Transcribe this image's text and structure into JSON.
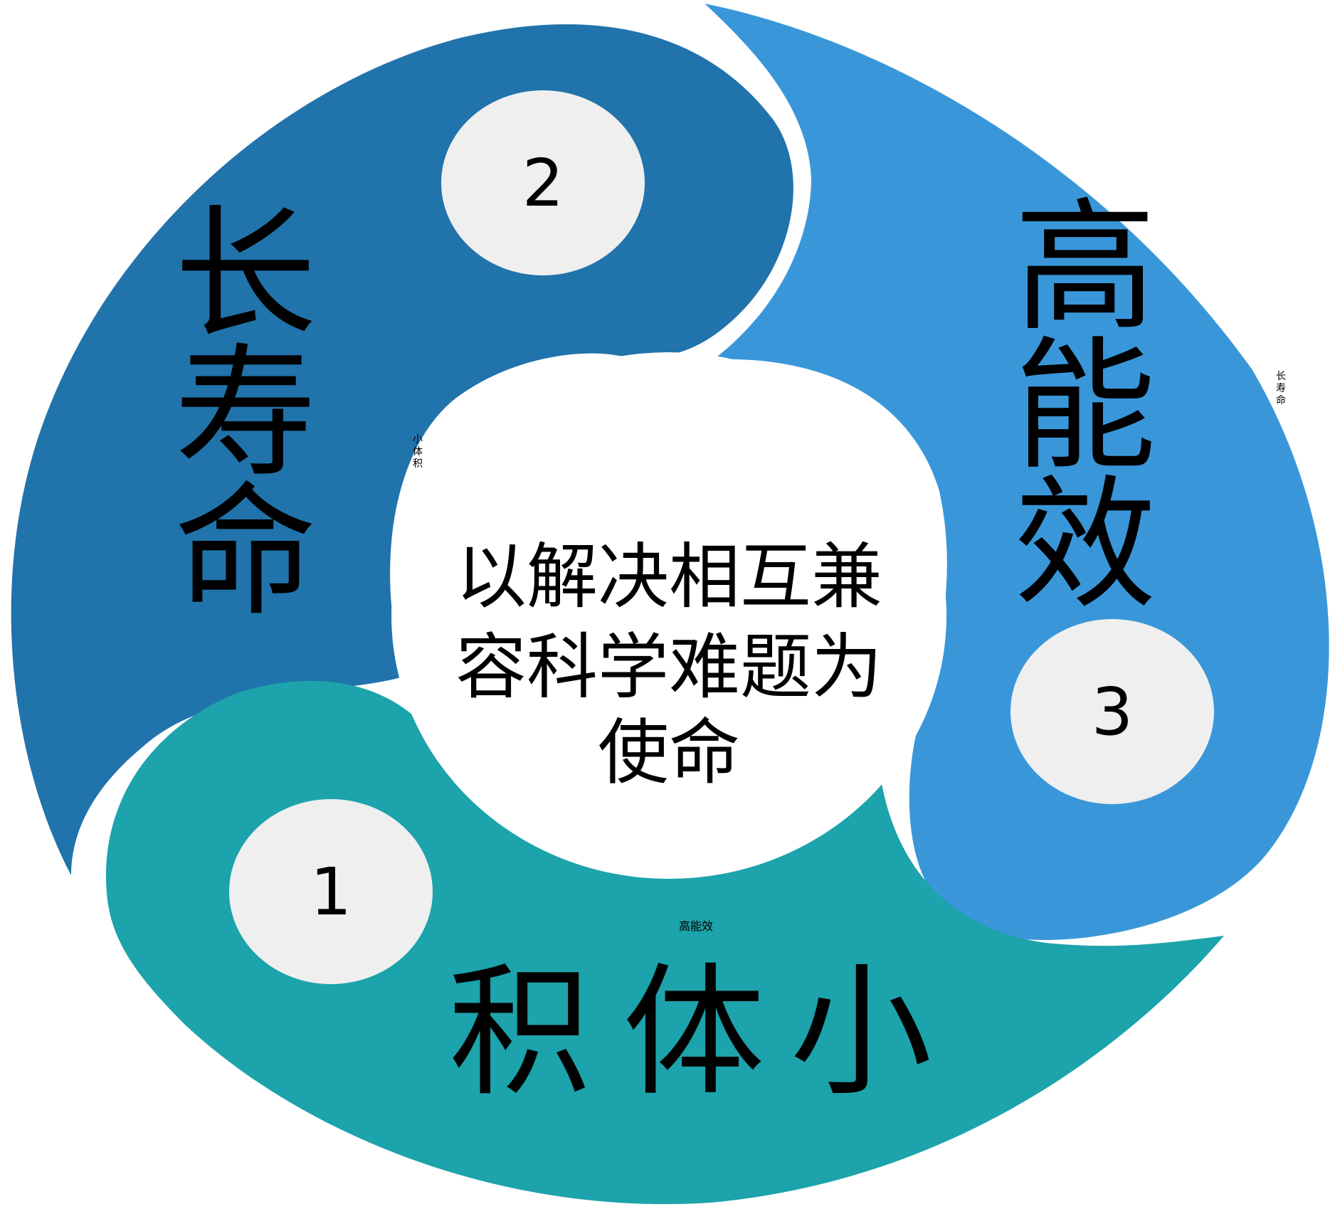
{
  "center": {
    "lines": [
      "以解决相互兼",
      "容科学难题为",
      "使命"
    ]
  },
  "segments": [
    {
      "id": "bottom",
      "number": "1",
      "label": [
        "积",
        "体",
        "小"
      ],
      "small_label": "高能效",
      "color": "#1ca3ab"
    },
    {
      "id": "left",
      "number": "2",
      "label": [
        "长",
        "寿",
        "命"
      ],
      "small_label": [
        "小",
        "体",
        "积"
      ],
      "color": "#2173ab"
    },
    {
      "id": "right",
      "number": "3",
      "label": [
        "高",
        "能",
        "效"
      ],
      "small_label": [
        "长",
        "寿",
        "命"
      ],
      "color": "#3997d9"
    }
  ]
}
